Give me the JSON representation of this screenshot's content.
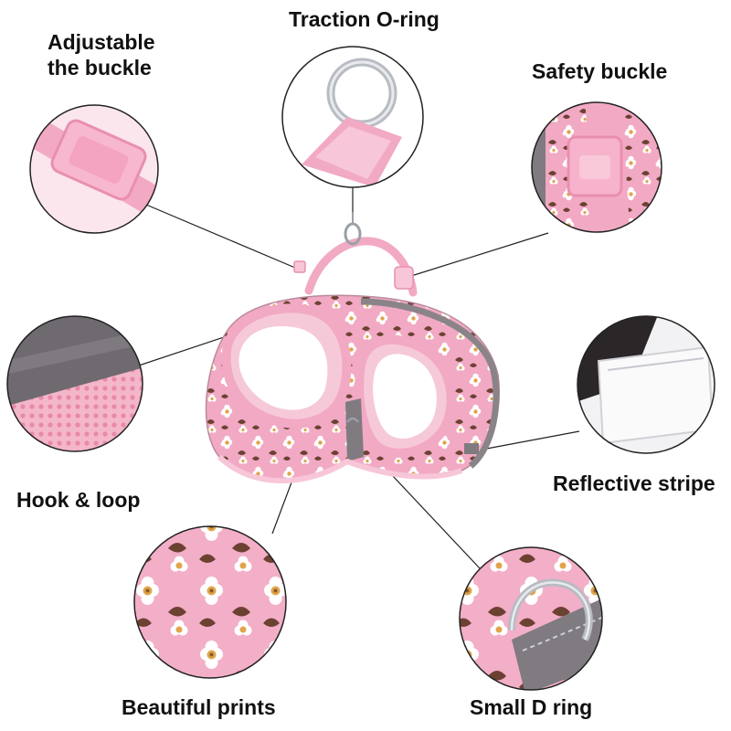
{
  "callouts": {
    "adjustable_buckle": "Adjustable\nthe buckle",
    "traction_ring": "Traction O-ring",
    "safety_buckle": "Safety buckle",
    "hook_loop": "Hook & loop",
    "reflective_stripe": "Reflective stripe",
    "beautiful_prints": "Beautiful prints",
    "small_d_ring": "Small D ring"
  },
  "colors": {
    "harness_pink": "#f2a9c4",
    "trim_pink": "#f7c6d8",
    "flower_white": "#ffffff",
    "leaf_brown": "#6b4232",
    "flower_center": "#e0a44a",
    "reflective_gray": "#7f7b80",
    "metal": "#b8bcc2"
  }
}
